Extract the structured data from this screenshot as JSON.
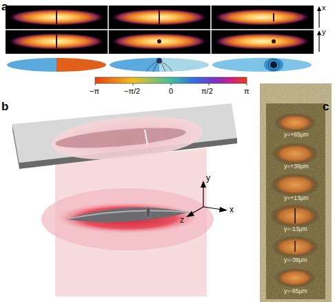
{
  "diagram": {
    "labels": [
      "a",
      "x",
      "y",
      "−π",
      "−π/2",
      "0",
      "π/2",
      "π",
      "b",
      "y",
      "z",
      "x",
      "c",
      "y=+65μm",
      "y=+39μm",
      "y=+13μm",
      "y=-13μm",
      "y=-39μm",
      "y=-65μm"
    ]
  }
}
